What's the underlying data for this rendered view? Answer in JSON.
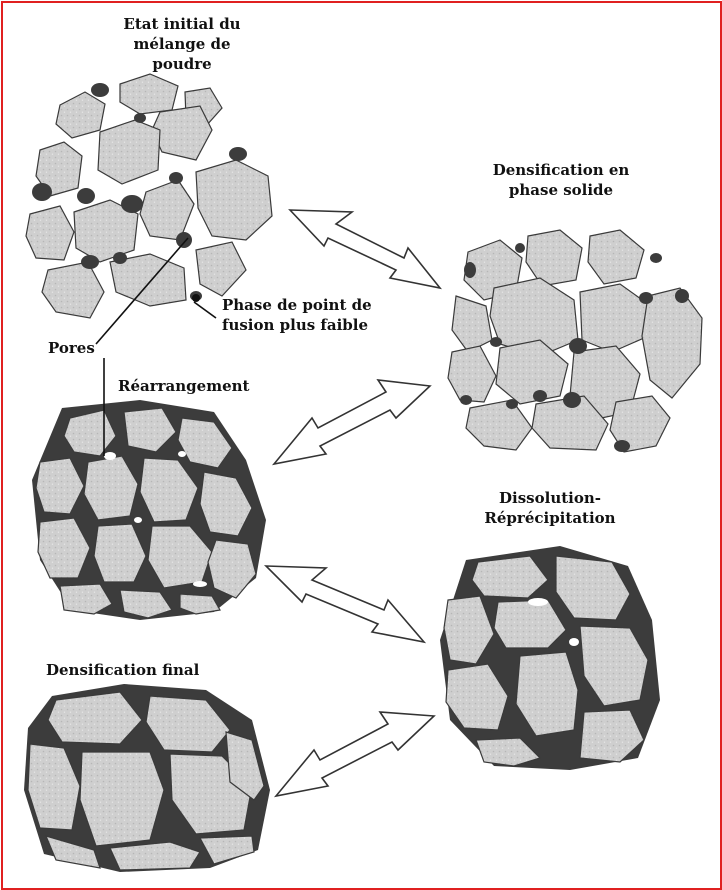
{
  "labels": {
    "initial_state": "Etat initial du\nmélange de poudre",
    "solid_densification": "Densification en\nphase solide",
    "low_melting_phase": "Phase de point de\nfusion plus faible",
    "pores": "Pores",
    "rearrangement": "Réarrangement",
    "dissolution": "Dissolution-\nRéprécipitation",
    "final_densification": "Densification final"
  },
  "colors": {
    "frame": "#e02020",
    "grain_fill": "#cfcfcf",
    "grain_stroke": "#3a3a3a",
    "liquid_phase": "#3c3c3c",
    "arrow_stroke": "#333333"
  }
}
